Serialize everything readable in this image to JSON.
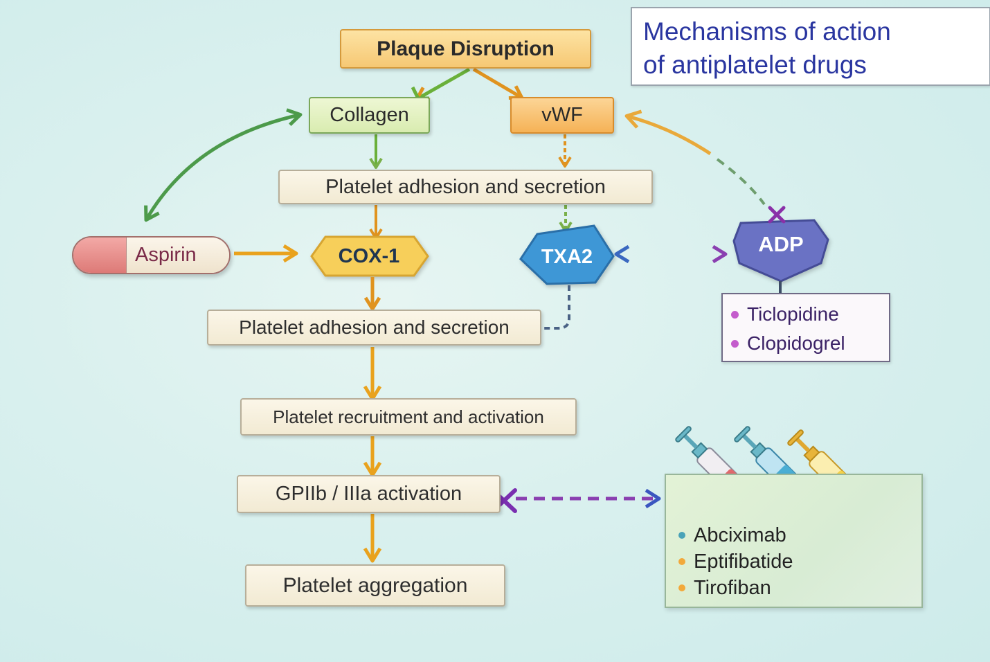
{
  "title": {
    "line1": "Mechanisms of action",
    "line2": "of antiplatelet drugs",
    "color": "#2a36a0"
  },
  "nodes": {
    "plaque_disruption": "Plaque Disruption",
    "collagen": "Collagen",
    "vwf": "vWF",
    "platelet_adhesion_secretion_1": "Platelet adhesion and secretion",
    "aspirin": "Aspirin",
    "cox1": "COX-1",
    "txa2": "TXA2",
    "adp": "ADP",
    "platelet_adhesion_secretion_2": "Platelet adhesion and secretion",
    "platelet_recruitment_activation": "Platelet recruitment and activation",
    "gpiib_iiia_activation": "GPIIb / IIIa activation",
    "platelet_aggregation": "Platelet aggregation"
  },
  "adp_inhibitors": {
    "items": [
      {
        "name": "Ticlopidine",
        "bullet_color": "#c45ccc"
      },
      {
        "name": "Clopidogrel",
        "bullet_color": "#c45ccc"
      }
    ]
  },
  "gpiib_iiia_inhibitors": {
    "icons": [
      "syringe-red-icon",
      "syringe-blue-icon",
      "syringe-yellow-icon"
    ],
    "items": [
      {
        "name": "Abciximab",
        "bullet_color": "#4aa3b8"
      },
      {
        "name": "Eptifibatide",
        "bullet_color": "#f2a93b"
      },
      {
        "name": "Tirofiban",
        "bullet_color": "#f2a93b"
      }
    ]
  },
  "connections": [
    {
      "from": "Plaque Disruption",
      "to": "Collagen",
      "style": "solid",
      "color": "#6ab03a"
    },
    {
      "from": "Plaque Disruption",
      "to": "vWF",
      "style": "solid",
      "color": "#e0931f"
    },
    {
      "from": "Collagen",
      "to": "Platelet adhesion and secretion",
      "style": "solid",
      "color": "#6ab03a"
    },
    {
      "from": "vWF",
      "to": "Platelet adhesion and secretion",
      "style": "dashed",
      "color": "#e0931f"
    },
    {
      "from": "Collagen",
      "to": "Aspirin",
      "style": "curved-bidirectional",
      "color": "#4c9a4a"
    },
    {
      "from": "ADP",
      "to": "vWF",
      "style": "curved-dashed",
      "color": "#e9a93a",
      "blocked": true
    },
    {
      "from": "Aspirin",
      "to": "COX-1",
      "style": "solid",
      "color": "#e9a21d"
    },
    {
      "from": "Platelet adhesion and secretion",
      "to": "COX-1",
      "style": "solid",
      "color": "#e0931f"
    },
    {
      "from": "Platelet adhesion and secretion",
      "to": "TXA2",
      "style": "dashed",
      "color": "#79b04a"
    },
    {
      "from": "TXA2",
      "to": "ADP",
      "style": "dashed-bidirectional",
      "color": "#6a55b8"
    },
    {
      "from": "COX-1",
      "to": "Platelet adhesion and secretion",
      "style": "solid",
      "color": "#e0931f"
    },
    {
      "from": "TXA2",
      "to": "Platelet adhesion and secretion",
      "style": "dashed",
      "color": "#4a6285"
    },
    {
      "from": "ADP",
      "to": "ADP inhibitors",
      "style": "solid",
      "color": "#3d4c66"
    },
    {
      "from": "Platelet adhesion and secretion",
      "to": "Platelet recruitment and activation",
      "style": "solid",
      "color": "#e9a21d"
    },
    {
      "from": "Platelet recruitment and activation",
      "to": "GPIIb / IIIa activation",
      "style": "solid",
      "color": "#e9a21d"
    },
    {
      "from": "GPIIb / IIIa activation",
      "to": "Platelet aggregation",
      "style": "solid",
      "color": "#e9a21d"
    },
    {
      "from": "GPIIb / IIIa activation",
      "to": "GPIIb/IIIa inhibitors",
      "style": "dashed",
      "color": "#7a3aa8",
      "blocked": true
    }
  ]
}
